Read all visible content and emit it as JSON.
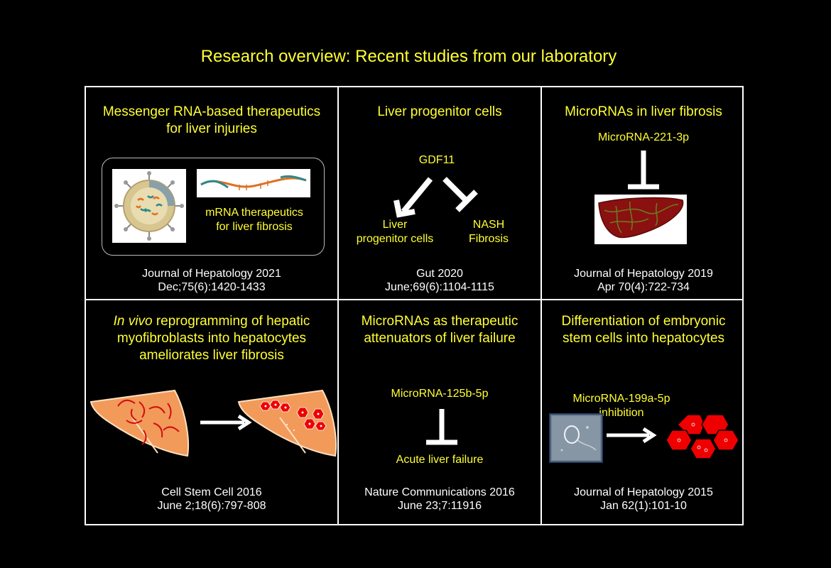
{
  "title": "Research overview: Recent studies from our laboratory",
  "panels": [
    {
      "heading_line1": "Messenger RNA-based therapeutics",
      "heading_line2": "for liver injuries",
      "inset_label_line1": "mRNA therapeutics",
      "inset_label_line2": "for liver fibrosis",
      "cite_line1": "Journal of Hepatology 2021",
      "cite_line2": "Dec;75(6):1420-1433"
    },
    {
      "heading": "Liver progenitor cells",
      "factor": "GDF11",
      "left_line1": "Liver",
      "left_line2": "progenitor cells",
      "right_line1": "NASH",
      "right_line2": "Fibrosis",
      "cite_line1": "Gut 2020",
      "cite_line2": "June;69(6):1104-1115"
    },
    {
      "heading": "MicroRNAs in liver fibrosis",
      "factor": "MicroRNA-221-3p",
      "cite_line1": "Journal of Hepatology 2019",
      "cite_line2": "Apr 70(4):722-734"
    },
    {
      "heading_italic": "In vivo",
      "heading_line1_rest": " reprogramming of hepatic",
      "heading_line2": "myofibroblasts into hepatocytes",
      "heading_line3": "ameliorates liver fibrosis",
      "cite_line1": "Cell Stem Cell 2016",
      "cite_line2": "June 2;18(6):797-808"
    },
    {
      "heading_line1": "MicroRNAs as therapeutic",
      "heading_line2": "attenuators of liver failure",
      "factor": "MicroRNA-125b-5p",
      "target": "Acute liver failure",
      "cite_line1": "Nature Communications 2016",
      "cite_line2": "June 23;7:11916"
    },
    {
      "heading_line1": "Differentiation of embryonic",
      "heading_line2": "stem cells into hepatocytes",
      "factor_line1": "MicroRNA-199a-5p",
      "factor_line2": "inhibition",
      "cite_line1": "Journal of Hepatology 2015",
      "cite_line2": "Jan 62(1):101-10"
    }
  ],
  "colors": {
    "heading": "#ffff33",
    "border": "#ffffff",
    "liver_dark": "#8b1010",
    "liver_orange": "#f29a5a",
    "hepatocyte_red": "#ee0000"
  }
}
